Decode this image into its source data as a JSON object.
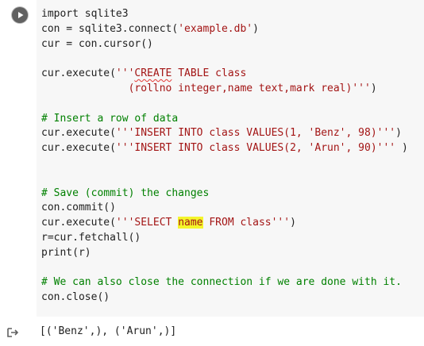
{
  "cell": {
    "run_button": "run-button",
    "lines": [
      {
        "parts": [
          {
            "t": "import sqlite3",
            "c": "kw"
          }
        ]
      },
      {
        "parts": [
          {
            "t": "con = sqlite3.connect(",
            "c": "kw"
          },
          {
            "t": "'example.db'",
            "c": "str"
          },
          {
            "t": ")",
            "c": "kw"
          }
        ]
      },
      {
        "parts": [
          {
            "t": "cur = con.cursor()",
            "c": "kw"
          }
        ]
      },
      {
        "parts": []
      },
      {
        "parts": [
          {
            "t": "cur.execute(",
            "c": "kw"
          },
          {
            "t": "'''",
            "c": "str"
          },
          {
            "t": "CREATE",
            "c": "str squig"
          },
          {
            "t": " TABLE class",
            "c": "str"
          }
        ]
      },
      {
        "parts": [
          {
            "t": "              (rollno integer,name text,mark real)'''",
            "c": "str"
          },
          {
            "t": ")",
            "c": "kw"
          }
        ]
      },
      {
        "parts": []
      },
      {
        "parts": [
          {
            "t": "# Insert a row of data",
            "c": "cm"
          }
        ]
      },
      {
        "parts": [
          {
            "t": "cur.execute(",
            "c": "kw"
          },
          {
            "t": "'''INSERT INTO class VALUES(1, 'Benz', 98)'''",
            "c": "str"
          },
          {
            "t": ")",
            "c": "kw"
          }
        ]
      },
      {
        "parts": [
          {
            "t": "cur.execute(",
            "c": "kw"
          },
          {
            "t": "'''INSERT INTO class VALUES(2, 'Arun', 90)'''",
            "c": "str"
          },
          {
            "t": " )",
            "c": "kw"
          }
        ]
      },
      {
        "parts": []
      },
      {
        "parts": []
      },
      {
        "parts": [
          {
            "t": "# Save (commit) the changes",
            "c": "cm"
          }
        ]
      },
      {
        "parts": [
          {
            "t": "con.commit()",
            "c": "kw"
          }
        ]
      },
      {
        "parts": [
          {
            "t": "cur.execute(",
            "c": "kw"
          },
          {
            "t": "'''SELECT ",
            "c": "str"
          },
          {
            "t": "name",
            "c": "str hl"
          },
          {
            "t": " FROM class'''",
            "c": "str"
          },
          {
            "t": ")",
            "c": "kw"
          }
        ]
      },
      {
        "parts": [
          {
            "t": "r=cur.fetchall()",
            "c": "kw"
          }
        ]
      },
      {
        "parts": [
          {
            "t": "print(r)",
            "c": "kw"
          }
        ]
      },
      {
        "parts": []
      },
      {
        "parts": [
          {
            "t": "# We can also close the connection if we are done with it.",
            "c": "cm"
          }
        ]
      },
      {
        "parts": [
          {
            "t": "con.close()",
            "c": "kw"
          }
        ]
      }
    ]
  },
  "output": {
    "icon": "output-arrow-icon",
    "text": "[('Benz',), ('Arun',)]"
  }
}
